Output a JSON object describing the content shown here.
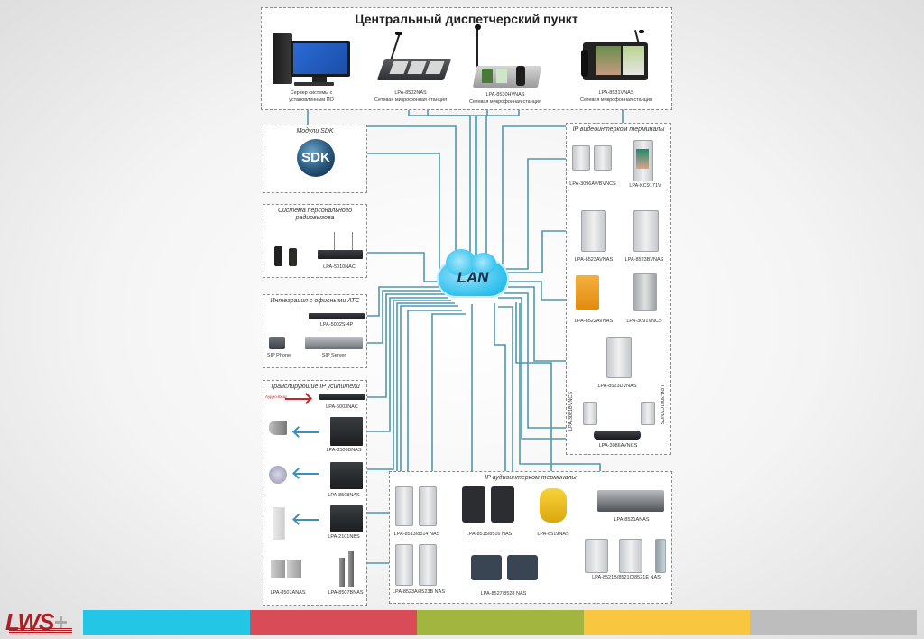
{
  "header": {
    "title": "Центральный диспетчерский пункт",
    "devices": [
      {
        "icon": "server-computer-icon",
        "line1": "Сервер системы с",
        "line2": "установленным ПО"
      },
      {
        "icon": "microphone-console-icon",
        "line1": "LPA-8502NAS",
        "line2": "Сетевая микрофонная станция"
      },
      {
        "icon": "microphone-console-icon",
        "line1": "LPA-8530HVNAS",
        "line2": "Сетевая микрофонная станция"
      },
      {
        "icon": "video-microphone-console-icon",
        "line1": "LPA-8531VNAS",
        "line2": "Сетевая микрофонная станция"
      }
    ]
  },
  "lan": {
    "label": "LAN"
  },
  "sdk": {
    "title": "Модули SDK",
    "logo": "SDK"
  },
  "radio": {
    "title_line1": "Система персонального",
    "title_line2": "радиовызова",
    "device": "LPA-5010NAC"
  },
  "pbx": {
    "title": "Интеграция с офисными АТС",
    "gateway": "LPA-5002S-4P",
    "phone": "SIP Phone",
    "server": "SIP Server"
  },
  "amplifiers": {
    "title": "Транслирующие IP усилители",
    "input_label": "Аудио вход",
    "devices": [
      "LPA-5003NAC",
      "LPA-8506BNAS",
      "LPA-8508NAS",
      "LPA-2101NBS",
      "LPA-8507ANAS",
      "LPA-8507BNAS"
    ]
  },
  "video": {
    "title": "IP видеоинтерком терминалы",
    "devices": [
      "LPA-3096AV/BVNCS",
      "LPA-KC9171V",
      "LPA-8523AVNAS",
      "LPA-8523BVNAS",
      "LPA-8522AVNAS",
      "LPA-3091VNCS",
      "LPA-8523DVNAS",
      "LPA-3081BVNCS",
      "LPA-3081CVNCS",
      "LPA-3086AVNCS"
    ]
  },
  "audio": {
    "title": "IP аудиоинтерком терминалы",
    "devices": [
      "LPA-8513/8514 NAS",
      "LPA-8515/8516 NAS",
      "LPA-8519NAS",
      "LPA-8521ANAS",
      "LPA-8523A/8523B NAS",
      "LPA-8527/8528 NAS",
      "LPA-8521B/8521C/8521E NAS"
    ]
  },
  "footer": {
    "logo_text": "LWS",
    "logo_plus": "+",
    "colors": [
      "#24c6e6",
      "#d84b57",
      "#a2b53e",
      "#f9c640",
      "#bdbdbd"
    ]
  },
  "wire_color": "#4f98ad"
}
